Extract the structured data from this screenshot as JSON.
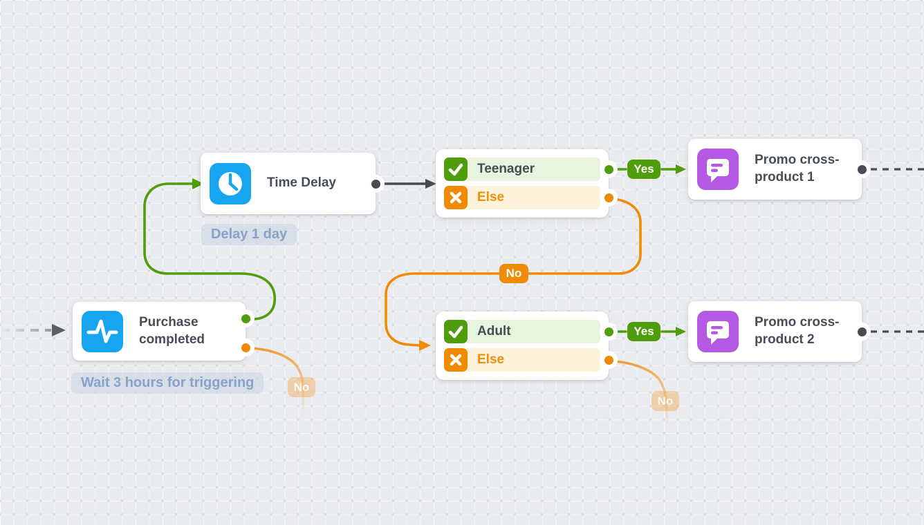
{
  "canvas": {
    "name": "automation-flow-canvas"
  },
  "nodes": {
    "purchase": {
      "title": "Purchase completed",
      "note": "Wait 3 hours for triggering",
      "icon": "pulse-icon"
    },
    "time_delay": {
      "title": "Time Delay",
      "note": "Delay 1 day",
      "icon": "clock-icon"
    },
    "condition_teen": {
      "branches": [
        {
          "label": "Teenager",
          "state": "match"
        },
        {
          "label": "Else",
          "state": "else"
        }
      ]
    },
    "condition_adult": {
      "branches": [
        {
          "label": "Adult",
          "state": "match"
        },
        {
          "label": "Else",
          "state": "else"
        }
      ]
    },
    "promo1": {
      "title": "Promo cross-product 1",
      "icon": "message-icon"
    },
    "promo2": {
      "title": "Promo cross-product 2",
      "icon": "message-icon"
    }
  },
  "edge_labels": {
    "yes_teen": "Yes",
    "yes_adult": "Yes",
    "no_teen": "No",
    "no_purchase_faded": "No",
    "no_adult_faded": "No"
  },
  "colors": {
    "background": "#e9ebef",
    "green": "#4f9d0d",
    "orange": "#f08a00",
    "blue": "#17a4f1",
    "purple": "#b45ae2",
    "dark": "#454c55",
    "branch_green_bg": "#e8f4dd",
    "branch_orange_bg": "#fdf2da",
    "note_text": "#87a2c9"
  }
}
